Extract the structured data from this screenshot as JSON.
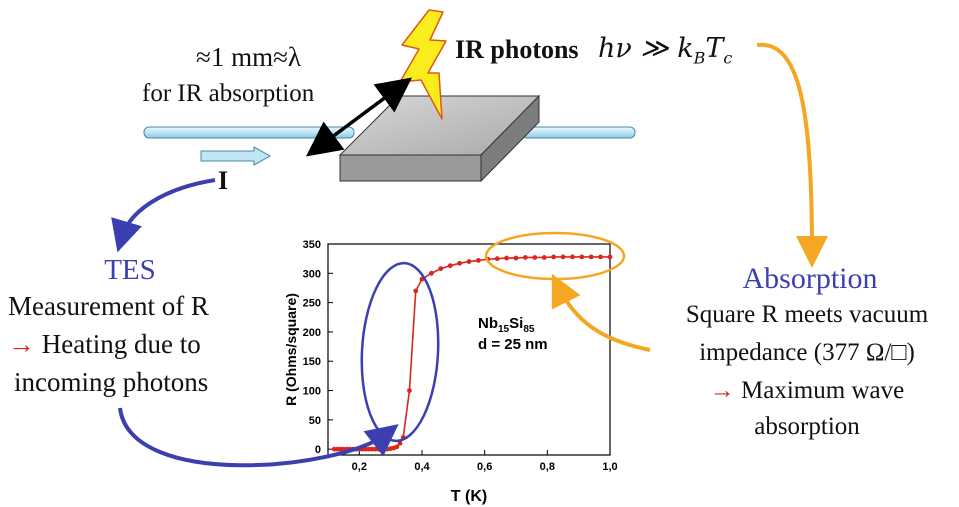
{
  "top": {
    "wavelength_line1": "≈1 mm≈λ",
    "wavelength_line2": "for IR absorption",
    "ir_label": "IR photons",
    "ir_formula": "hν ≫ k",
    "ir_formula_sub_b": "B",
    "ir_formula_t": "T",
    "ir_formula_sub_c": "c",
    "current_label": "I"
  },
  "left": {
    "title": "TES",
    "line1": "Measurement of R",
    "line2_arrow": "→",
    "line2": " Heating due to",
    "line3": "incoming photons"
  },
  "right": {
    "title": "Absorption",
    "line1": "Square R meets vacuum",
    "line2": "impedance (377 Ω/□)",
    "line3_arrow": "→",
    "line3": " Maximum wave",
    "line4": "absorption"
  },
  "colors": {
    "tes_blue": "#3c3fb0",
    "orange": "#f5a623",
    "red": "#d8281e",
    "wire": "#c5e8f6"
  },
  "chart_data": {
    "type": "line",
    "xlabel": "T (K)",
    "ylabel": "R (Ohms/square)",
    "xlim": [
      0.1,
      1.0
    ],
    "ylim": [
      -10,
      350
    ],
    "x_ticks": [
      "0,2",
      "0,4",
      "0,6",
      "0,8",
      "1,0"
    ],
    "x_tick_values": [
      0.2,
      0.4,
      0.6,
      0.8,
      1.0
    ],
    "y_ticks": [
      "0",
      "50",
      "100",
      "150",
      "200",
      "250",
      "300",
      "350"
    ],
    "y_tick_values": [
      0,
      50,
      100,
      150,
      200,
      250,
      300,
      350
    ],
    "annotation_material": "Nb",
    "annotation_sub1": "15",
    "annotation_mid": "Si",
    "annotation_sub2": "85",
    "annotation_thickness": "d = 25 nm",
    "series": [
      {
        "color": "#d8281e",
        "x": [
          0.12,
          0.13,
          0.14,
          0.15,
          0.16,
          0.17,
          0.18,
          0.19,
          0.2,
          0.21,
          0.22,
          0.23,
          0.24,
          0.25,
          0.26,
          0.27,
          0.28,
          0.29,
          0.3,
          0.31,
          0.32,
          0.33,
          0.34,
          0.36,
          0.38,
          0.4,
          0.43,
          0.46,
          0.49,
          0.52,
          0.55,
          0.58,
          0.61,
          0.64,
          0.67,
          0.7,
          0.73,
          0.76,
          0.79,
          0.82,
          0.85,
          0.88,
          0.91,
          0.94,
          0.97,
          1.0
        ],
        "y": [
          0,
          0,
          0,
          0,
          0,
          0,
          0,
          0,
          0,
          0,
          0,
          0,
          0,
          0,
          0,
          0,
          0,
          0,
          1,
          2,
          4,
          10,
          20,
          100,
          270,
          290,
          300,
          308,
          313,
          317,
          320,
          322,
          324,
          325,
          326,
          326,
          327,
          327,
          327,
          328,
          328,
          328,
          328,
          328,
          328,
          328
        ]
      }
    ]
  }
}
